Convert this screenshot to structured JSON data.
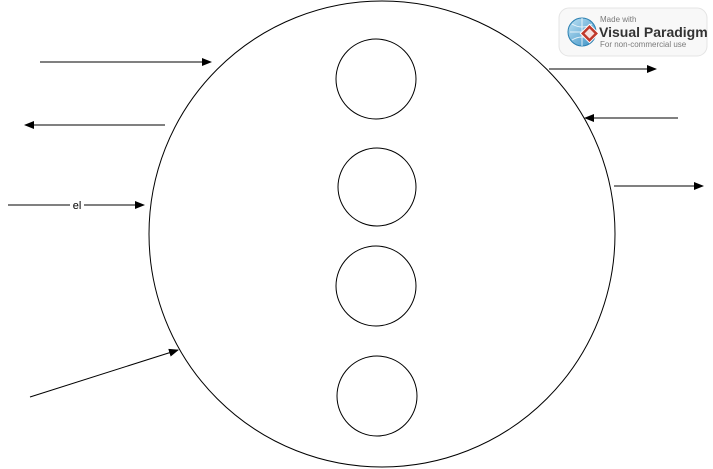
{
  "diagram": {
    "edge_label": "el"
  },
  "watermark": {
    "made_with": "Made with",
    "brand": "Visual Paradigm",
    "subtitle": "For non-commercial use"
  }
}
